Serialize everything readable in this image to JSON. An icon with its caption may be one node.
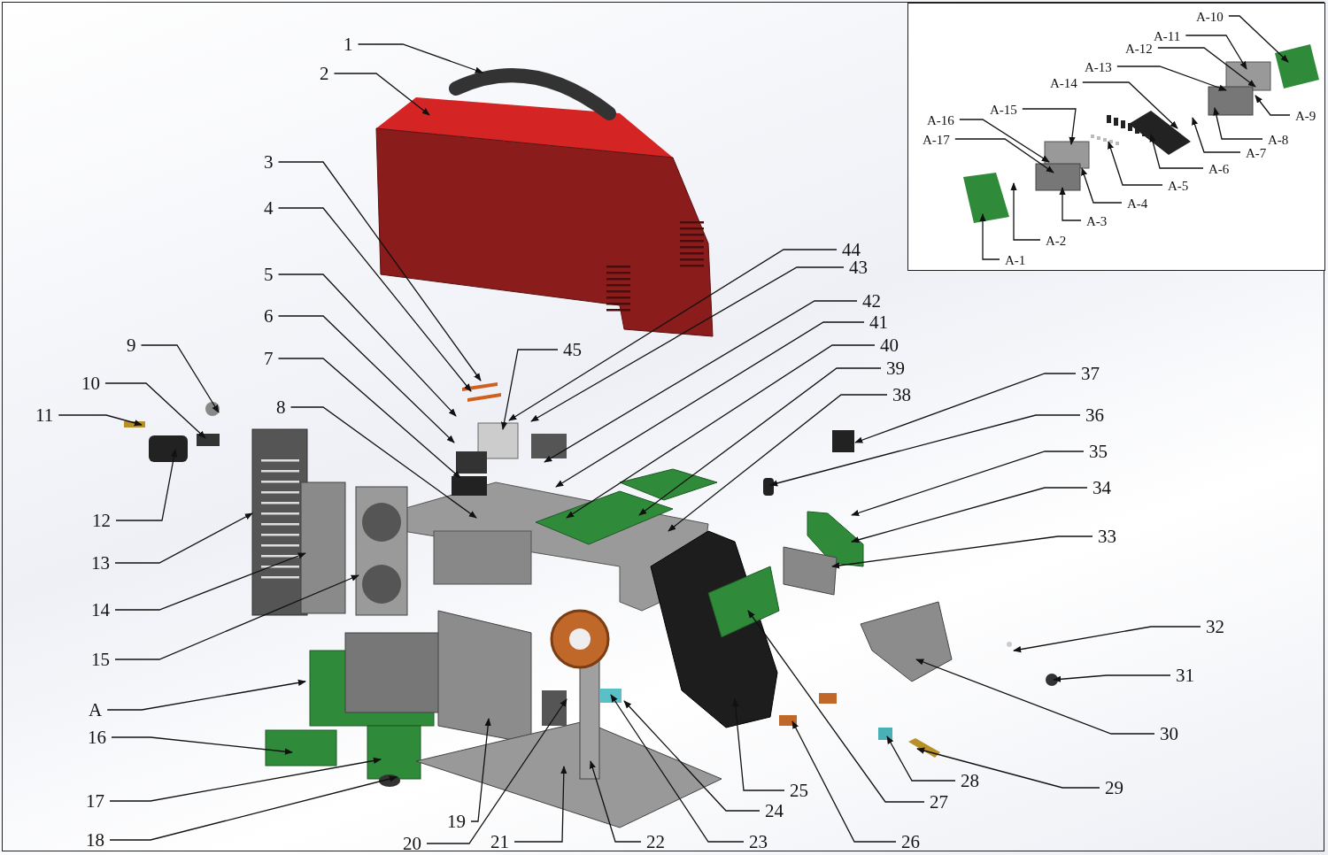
{
  "diagram": {
    "nodes": [
      {
        "text": [
          "1"
        ]
      },
      {
        "text": [
          "2"
        ]
      },
      {
        "text": [
          "3"
        ]
      },
      {
        "text": [
          "4"
        ]
      },
      {
        "text": [
          "5"
        ]
      },
      {
        "text": [
          "6"
        ]
      },
      {
        "text": [
          "7"
        ]
      },
      {
        "text": [
          "8"
        ]
      },
      {
        "text": [
          "9"
        ]
      },
      {
        "text": [
          "10"
        ]
      },
      {
        "text": [
          "11"
        ]
      },
      {
        "text": [
          "12"
        ]
      },
      {
        "text": [
          "13"
        ]
      },
      {
        "text": [
          "14"
        ]
      },
      {
        "text": [
          "15"
        ]
      },
      {
        "text": [
          "A"
        ]
      },
      {
        "text": [
          "16"
        ]
      },
      {
        "text": [
          "17"
        ]
      },
      {
        "text": [
          "18"
        ]
      },
      {
        "text": [
          "19"
        ]
      },
      {
        "text": [
          "20"
        ]
      },
      {
        "text": [
          "21"
        ]
      },
      {
        "text": [
          "22"
        ]
      },
      {
        "text": [
          "23"
        ]
      },
      {
        "text": [
          "24"
        ]
      },
      {
        "text": [
          "25"
        ]
      },
      {
        "text": [
          "26"
        ]
      },
      {
        "text": [
          "27"
        ]
      },
      {
        "text": [
          "28"
        ]
      },
      {
        "text": [
          "29"
        ]
      },
      {
        "text": [
          "30"
        ]
      },
      {
        "text": [
          "31"
        ]
      },
      {
        "text": [
          "32"
        ]
      },
      {
        "text": [
          "33"
        ]
      },
      {
        "text": [
          "34"
        ]
      },
      {
        "text": [
          "35"
        ]
      },
      {
        "text": [
          "36"
        ]
      },
      {
        "text": [
          "37"
        ]
      },
      {
        "text": [
          "38"
        ]
      },
      {
        "text": [
          "39"
        ]
      },
      {
        "text": [
          "40"
        ]
      },
      {
        "text": [
          "41"
        ]
      },
      {
        "text": [
          "42"
        ]
      },
      {
        "text": [
          "43"
        ]
      },
      {
        "text": [
          "44"
        ]
      },
      {
        "text": [
          "45"
        ]
      },
      {
        "text": [],
        "shape": "box"
      },
      {
        "text": [
          "A-10"
        ],
        "in": 46
      },
      {
        "text": [
          "A-11"
        ],
        "in": 46
      },
      {
        "text": [
          "A-12"
        ],
        "in": 46
      },
      {
        "text": [
          "A-13"
        ],
        "in": 46
      },
      {
        "text": [
          "A-14"
        ],
        "in": 46
      },
      {
        "text": [
          "A-9"
        ],
        "in": 46
      },
      {
        "text": [
          "A-15"
        ],
        "in": 46
      },
      {
        "text": [
          "A-16"
        ],
        "in": 46
      },
      {
        "text": [
          "A-8"
        ],
        "in": 46
      },
      {
        "text": [
          "A-17"
        ],
        "in": 46
      },
      {
        "text": [
          "A-7"
        ],
        "in": 46
      },
      {
        "text": [
          "A-6"
        ],
        "in": 46
      },
      {
        "text": [
          "A-5"
        ],
        "in": 46
      },
      {
        "text": [
          "A-4"
        ],
        "in": 46
      },
      {
        "text": [
          "A-3"
        ],
        "in": 46
      },
      {
        "text": [
          "A-2"
        ],
        "in": 46
      },
      {
        "text": [
          "A-1"
        ],
        "in": 46
      }
    ],
    "edges": [
      {
        "from": 0,
        "to": null,
        "arrow": "to"
      },
      {
        "from": 1,
        "to": null,
        "arrow": "to"
      },
      {
        "from": 2,
        "to": null,
        "arrow": "to"
      },
      {
        "from": 3,
        "to": null,
        "arrow": "to"
      },
      {
        "from": 4,
        "to": null,
        "arrow": "to"
      },
      {
        "from": 5,
        "to": null,
        "arrow": "to"
      },
      {
        "from": 6,
        "to": null,
        "arrow": "to"
      },
      {
        "from": 7,
        "to": null,
        "arrow": "to"
      },
      {
        "from": 8,
        "to": null,
        "arrow": "to"
      },
      {
        "from": 9,
        "to": null,
        "arrow": "to"
      },
      {
        "from": 10,
        "to": null,
        "arrow": "to"
      },
      {
        "from": 11,
        "to": null,
        "arrow": "to"
      },
      {
        "from": 12,
        "to": null,
        "arrow": "to"
      },
      {
        "from": 13,
        "to": null,
        "arrow": "to"
      },
      {
        "from": 14,
        "to": null,
        "arrow": "to"
      },
      {
        "from": 15,
        "to": null,
        "arrow": "to"
      },
      {
        "from": 16,
        "to": null,
        "arrow": "to"
      },
      {
        "from": 17,
        "to": null,
        "arrow": "to"
      },
      {
        "from": 18,
        "to": null,
        "arrow": "to"
      },
      {
        "from": 19,
        "to": null,
        "arrow": "to"
      },
      {
        "from": 20,
        "to": null,
        "arrow": "to"
      },
      {
        "from": 21,
        "to": null,
        "arrow": "to"
      },
      {
        "from": 22,
        "to": null,
        "arrow": "to"
      },
      {
        "from": 23,
        "to": null,
        "arrow": "to"
      },
      {
        "from": 24,
        "to": null,
        "arrow": "to"
      },
      {
        "from": 25,
        "to": null,
        "arrow": "to"
      },
      {
        "from": 26,
        "to": null,
        "arrow": "to"
      },
      {
        "from": 27,
        "to": null,
        "arrow": "to"
      },
      {
        "from": 28,
        "to": null,
        "arrow": "to"
      },
      {
        "from": 29,
        "to": null,
        "arrow": "to"
      },
      {
        "from": 30,
        "to": null,
        "arrow": "to"
      },
      {
        "from": 31,
        "to": null,
        "arrow": "to"
      },
      {
        "from": 32,
        "to": null,
        "arrow": "to"
      },
      {
        "from": 33,
        "to": null,
        "arrow": "to"
      },
      {
        "from": 34,
        "to": null,
        "arrow": "to"
      },
      {
        "from": 35,
        "to": null,
        "arrow": "to"
      },
      {
        "from": 36,
        "to": null,
        "arrow": "to"
      },
      {
        "from": 37,
        "to": null,
        "arrow": "to"
      },
      {
        "from": 38,
        "to": null,
        "arrow": "to"
      },
      {
        "from": 39,
        "to": null,
        "arrow": "to"
      },
      {
        "from": 40,
        "to": null,
        "arrow": "to"
      },
      {
        "from": 41,
        "to": null,
        "arrow": "to"
      },
      {
        "from": 42,
        "to": null,
        "arrow": "to"
      },
      {
        "from": 43,
        "to": null,
        "arrow": "to"
      },
      {
        "from": 44,
        "to": null,
        "arrow": "to"
      },
      {
        "from": 45,
        "to": null,
        "arrow": "to"
      },
      {
        "from": 47,
        "to": null,
        "arrow": "to"
      },
      {
        "from": 48,
        "to": null,
        "arrow": "to"
      },
      {
        "from": 49,
        "to": null,
        "arrow": "to"
      },
      {
        "from": 50,
        "to": null,
        "arrow": "to"
      },
      {
        "from": 51,
        "to": null,
        "arrow": "to"
      },
      {
        "from": 52,
        "to": null,
        "arrow": "to"
      },
      {
        "from": 53,
        "to": null,
        "arrow": "to"
      },
      {
        "from": 54,
        "to": null,
        "arrow": "to"
      },
      {
        "from": 55,
        "to": null,
        "arrow": "to"
      },
      {
        "from": 56,
        "to": null,
        "arrow": "to"
      },
      {
        "from": 57,
        "to": null,
        "arrow": "to"
      },
      {
        "from": 58,
        "to": null,
        "arrow": "to"
      },
      {
        "from": 59,
        "to": null,
        "arrow": "to"
      },
      {
        "from": 60,
        "to": null,
        "arrow": "to"
      },
      {
        "from": 61,
        "to": null,
        "arrow": "to"
      },
      {
        "from": 62,
        "to": null,
        "arrow": "to"
      },
      {
        "from": 63,
        "to": null,
        "arrow": "to"
      }
    ]
  }
}
